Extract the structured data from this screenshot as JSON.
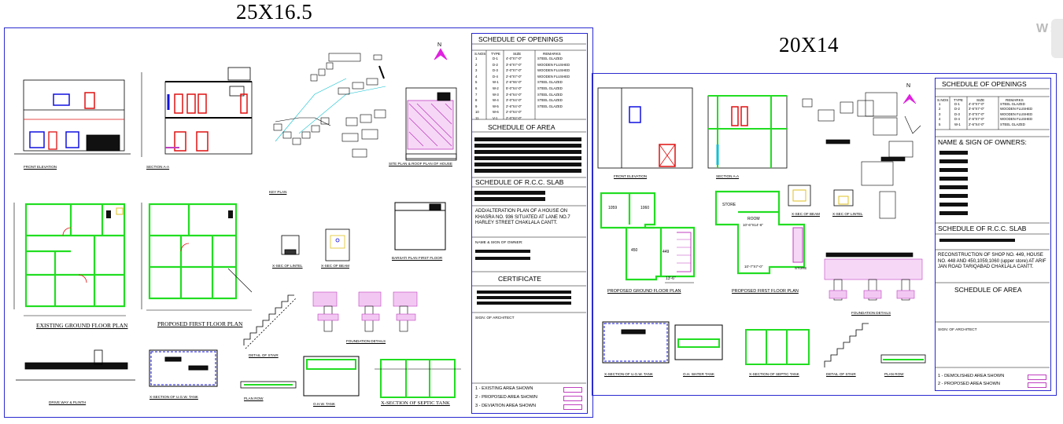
{
  "titles": {
    "left": "25X16.5",
    "right": "20X14"
  },
  "left_sheet": {
    "openings_title": "SCHEDULE OF OPENINGS",
    "openings_headers": [
      "S.NOS",
      "TYPE",
      "SIZE",
      "REMARKS"
    ],
    "openings_rows": [
      [
        "1",
        "D-1",
        "4'-0\"X7'-0\"",
        "STEEL GLAZED"
      ],
      [
        "2",
        "D-2",
        "3'-6\"X7'-0\"",
        "WOODEN FLUSHED"
      ],
      [
        "3",
        "D-3",
        "3'-0\"X7'-0\"",
        "WOODEN FLUSHED"
      ],
      [
        "4",
        "D-4",
        "2'-6\"X7'-0\"",
        "WOODEN FLUSHED"
      ],
      [
        "5",
        "W-1",
        "2'-6\"X6'-0\"",
        "STEEL GLAZED"
      ],
      [
        "6",
        "W-2",
        "5'-0\"X4'-0\"",
        "STEEL GLAZED"
      ],
      [
        "7",
        "W-3",
        "3'-6\"X4'-0\"",
        "STEEL GLAZED"
      ],
      [
        "8",
        "W-4",
        "3'-0\"X4'-0\"",
        "STEEL GLAZED"
      ],
      [
        "9",
        "W-5",
        "2'-6\"X4'-0\"",
        "STEEL GLAZED"
      ],
      [
        "10",
        "W-6",
        "2'-0\"X4'-0\"",
        ""
      ],
      [
        "11",
        "V-1",
        "2'-0\"X2'-0\"",
        ""
      ]
    ],
    "area_title": "SCHEDULE OF AREA",
    "slab_title": "SCHEDULE OF R.C.C. SLAB",
    "project_text": "ADD/ALTERATION PLAN OF A HOUSE ON KHASRA NO. 936 SITUATED AT LANE NO.7 HARLEY STREET CHAKLALA CANTT.",
    "owner_label": "NAME & SIGN OF OWNER:",
    "certificate_title": "CERTIFICATE",
    "architect_label": "SIGN: OF ARCHITECT",
    "legend": [
      "1 - EXISTING AREA SHOWN",
      "2 - PROPOSED AREA SHOWN",
      "3 - DEVIATION AREA SHOWN"
    ],
    "drawing_labels": {
      "front_elevation": "FRONT ELEVATION",
      "section_a_a": "SECTION A-A",
      "key_plan": "KEY PLAN",
      "site_plan": "SITE PLAN & ROOF PLAN OF HOUSE",
      "existing_ground": "EXISTING GROUND FLOOR PLAN",
      "proposed_first": "PROPOSED FIRST FLOOR PLAN",
      "barsati": "BARSATI PLAN FIRST FLOOR",
      "lintel": "X-SEC OF LINTEL",
      "beam": "X-SEC OF BEAM",
      "foundation": "FOUNDATION DETAILS",
      "stair": "DETAIL OF STAIR",
      "drive_way": "DRIVE WAY & PLINTH",
      "water_tank": "X-SECTION OF U.G.W. TANK",
      "plan_row": "PLAN ROW",
      "o_h_tank": "O.H.W. TANK",
      "septic": "X-SECTION OF SEPTIC TANK"
    },
    "north": "N"
  },
  "right_sheet": {
    "openings_title": "SCHEDULE OF OPENINGS",
    "openings_headers": [
      "S.NOS",
      "TYPE",
      "SIZE",
      "REMARKS"
    ],
    "openings_rows": [
      [
        "1",
        "D-1",
        "4'-0\"X7'-0\"",
        "STEEL GLAZED"
      ],
      [
        "2",
        "D-2",
        "3'-6\"X7'-0\"",
        "WOODEN FLUSHED"
      ],
      [
        "3",
        "D-3",
        "3'-0\"X7'-0\"",
        "WOODEN FLUSHED"
      ],
      [
        "4",
        "D-4",
        "2'-6\"X7'-0\"",
        "WOODEN FLUSHED"
      ],
      [
        "5",
        "W-1",
        "2'-6\"X4'-0\"",
        "STEEL GLAZED"
      ]
    ],
    "owners_title": "NAME & SIGN OF OWNERS:",
    "slab_title": "SCHEDULE OF R.C.C. SLAB",
    "project_text": "RECONSTRUCTION OF SHOP NO. 449, HOUSE NO. 448 AND 450,1059,1060 (upper store) AT ARIF JAN ROAD TARIQABAD CHAKLALA CANTT.",
    "area_title": "SCHEDULE OF AREA",
    "architect_label": "SIGN: OF ARCHITECT",
    "legend": [
      "1 - DEMOLISHED AREA SHOWN",
      "2 - PROPOSED AREA SHOWN"
    ],
    "drawing_labels": {
      "front_elevation": "FRONT ELEVATION",
      "section_a_a": "SECTION A-A",
      "ground": "PROPOSED GROUND FLOOR PLAN",
      "first": "PROPOSED FIRST FLOOR PLAN",
      "beam": "X-SEC OF BEAM",
      "lintel": "X-SEC OF LINTEL",
      "foundation": "FOUNDATION DETAILS",
      "ug_tank": "X-SECTION OF U.G.W. TANK",
      "oh_tank": "O.H. WATER TANK",
      "septic": "X-SECTION OF SEPTIC TANK",
      "stair": "DETAIL OF STAIR",
      "plan_row": "PLAN ROW"
    },
    "room_labels": [
      "1059",
      "1060",
      "450",
      "449",
      "STORE",
      "ROOM",
      "10'-6\"X14'-6\"",
      "10'-7\"X7'-0\"",
      "STORE",
      "13'-6\""
    ],
    "north": "N"
  },
  "colors": {
    "frame": "#2a2ad0",
    "wall": "#22dd22",
    "hatch": "#c040c0",
    "door": "#e01010",
    "window": "#1010e0",
    "north": "#e020e0",
    "accent": "#10c0d0"
  },
  "overlay": {
    "logo_text": "W"
  }
}
